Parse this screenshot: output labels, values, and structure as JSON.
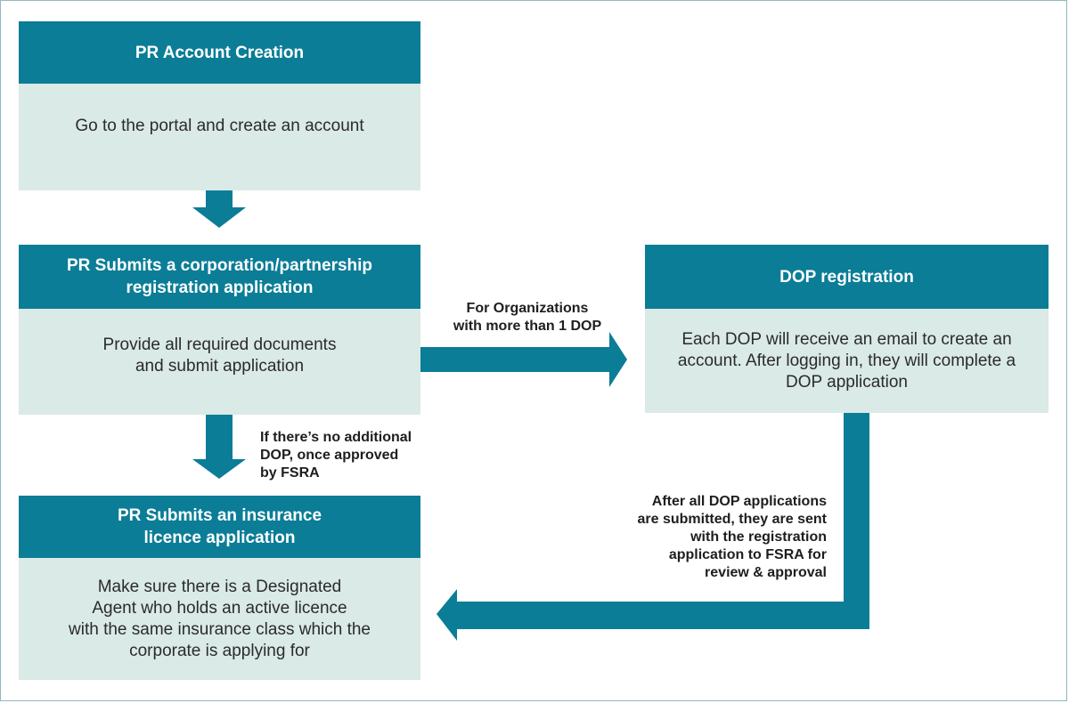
{
  "colors": {
    "header": "#0b7d97",
    "body": "#daeae6",
    "arrow": "#0b7d97",
    "frame": "#8fb9c0"
  },
  "steps": {
    "account_creation": {
      "title": "PR Account Creation",
      "body": "Go to the portal and create an account"
    },
    "registration": {
      "title": "PR Submits a corporation/partnership\nregistration application",
      "body": "Provide all required documents\nand submit application"
    },
    "insurance_licence": {
      "title": "PR Submits an insurance\nlicence application",
      "body": "Make sure there is a Designated\nAgent who holds an active licence\nwith the same insurance class which the\ncorporate is applying for"
    },
    "dop_registration": {
      "title": "DOP registration",
      "body": "Each DOP will receive an email to create an\naccount. After logging in, they will complete a\nDOP application"
    }
  },
  "connectors": {
    "more_than_one_dop": "For Organizations\nwith more than 1 DOP",
    "no_additional_dop": "If there’s no additional\nDOP, once approved\nby FSRA",
    "after_dop_submitted": "After all DOP applications\nare submitted, they are sent\nwith the registration\napplication to FSRA for\nreview & approval"
  }
}
